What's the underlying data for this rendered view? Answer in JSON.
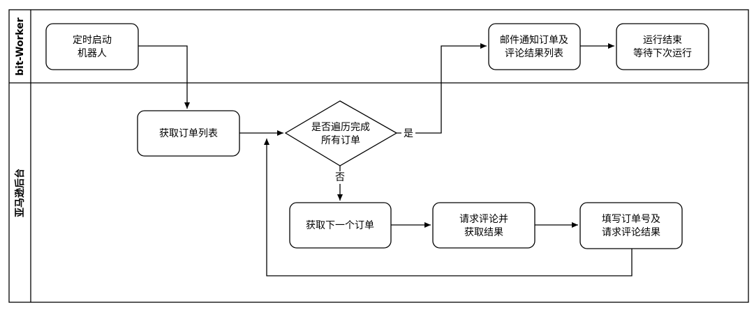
{
  "lanes": {
    "top": "bit-Worker",
    "bottom": "亚马逊后台"
  },
  "nodes": {
    "start": [
      "定时启动",
      "机器人"
    ],
    "get_list": [
      "获取订单列表"
    ],
    "decision": [
      "是否遍历完成",
      "所有订单"
    ],
    "email": [
      "邮件通知订单及",
      "评论结果列表"
    ],
    "end": [
      "运行结束",
      "等待下次运行"
    ],
    "next_order": [
      "获取下一个订单"
    ],
    "request_review": [
      "请求评论并",
      "获取结果"
    ],
    "fill_order": [
      "填写订单号及",
      "请求评论结果"
    ]
  },
  "edge_labels": {
    "yes": "是",
    "no": "否"
  }
}
